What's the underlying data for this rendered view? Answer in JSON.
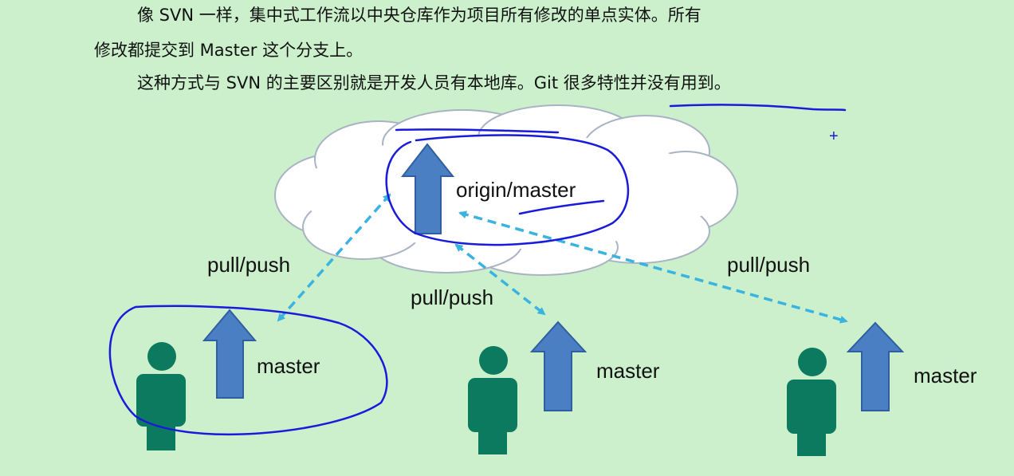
{
  "text": {
    "paragraph_1": "像 SVN 一样，集中式工作流以中央仓库作为项目所有修改的单点实体。所有",
    "paragraph_2": "修改都提交到 Master 这个分支上。",
    "paragraph_3": "这种方式与 SVN 的主要区别就是开发人员有本地库。Git 很多特性并没有用到。"
  },
  "diagram": {
    "central_repo": {
      "branch_label": "origin/master"
    },
    "developers": [
      {
        "branch_label": "master",
        "link_label": "pull/push"
      },
      {
        "branch_label": "master",
        "link_label": "pull/push"
      },
      {
        "branch_label": "master",
        "link_label": "pull/push"
      }
    ],
    "annotation_mark": "+"
  },
  "colors": {
    "background": "#ccf0cc",
    "arrow_fill": "#4a7fc4",
    "arrow_stroke": "#2f5f9e",
    "person": "#0b7a5e",
    "dashed_link": "#3ab3e0",
    "pen_annotation": "#1a1adb",
    "cloud_fill": "#ffffff",
    "cloud_stroke": "#a9b3c4"
  }
}
